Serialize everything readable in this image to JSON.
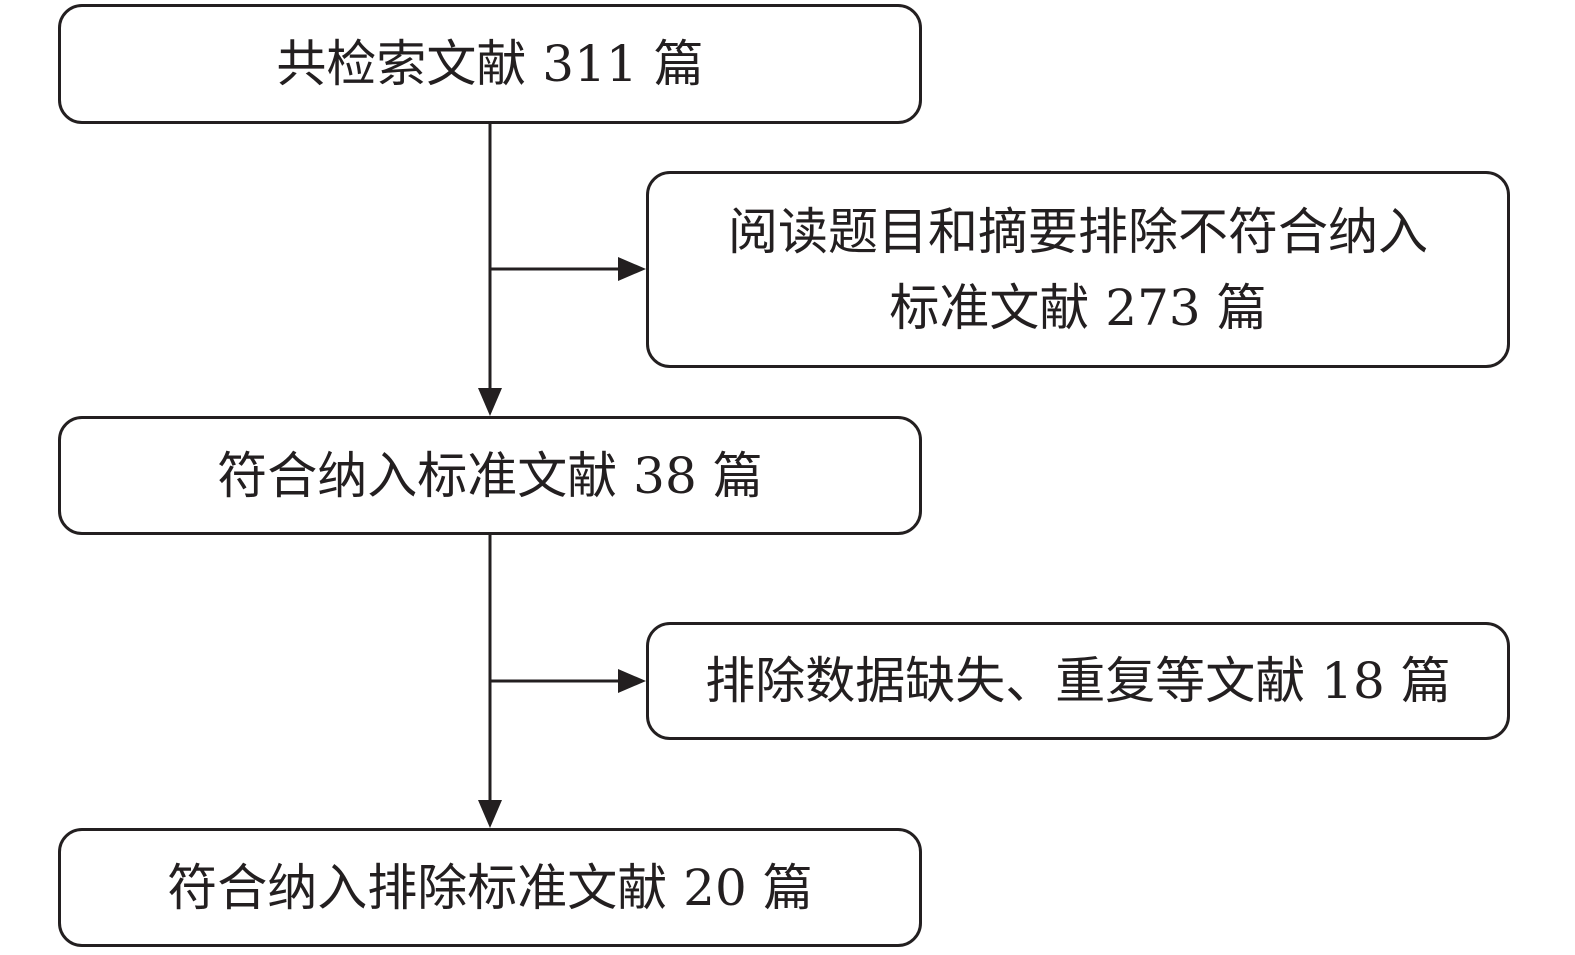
{
  "flowchart": {
    "boxes": [
      {
        "id": "total",
        "lines": [
          "共检索文献 311 篇"
        ]
      },
      {
        "id": "excluded_title_abstract",
        "lines": [
          "阅读题目和摘要排除不符合纳入",
          "标准文献 273 篇"
        ]
      },
      {
        "id": "meets_inclusion",
        "lines": [
          "符合纳入标准文献 38 篇"
        ]
      },
      {
        "id": "excluded_missing_duplicate",
        "lines": [
          "排除数据缺失、重复等文献 18 篇"
        ]
      },
      {
        "id": "final_included",
        "lines": [
          "符合纳入排除标准文献 20 篇"
        ]
      }
    ]
  }
}
